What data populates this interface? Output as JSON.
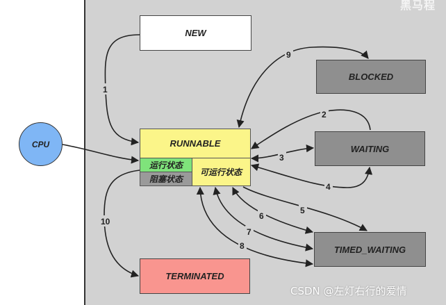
{
  "watermark_top": "黑马程",
  "states": {
    "new": "NEW",
    "blocked": "BLOCKED",
    "waiting": "WAITING",
    "timed_waiting": "TIMED_WAITING",
    "terminated": "TERMINATED",
    "runnable": "RUNNABLE",
    "running": "运行状态",
    "blocked_sub": "阻塞状态",
    "ready": "可运行状态"
  },
  "cpu": "CPU",
  "edges": [
    "1",
    "2",
    "3",
    "4",
    "5",
    "6",
    "7",
    "8",
    "9",
    "10"
  ],
  "watermark": "CSDN @左灯右行的爱情"
}
